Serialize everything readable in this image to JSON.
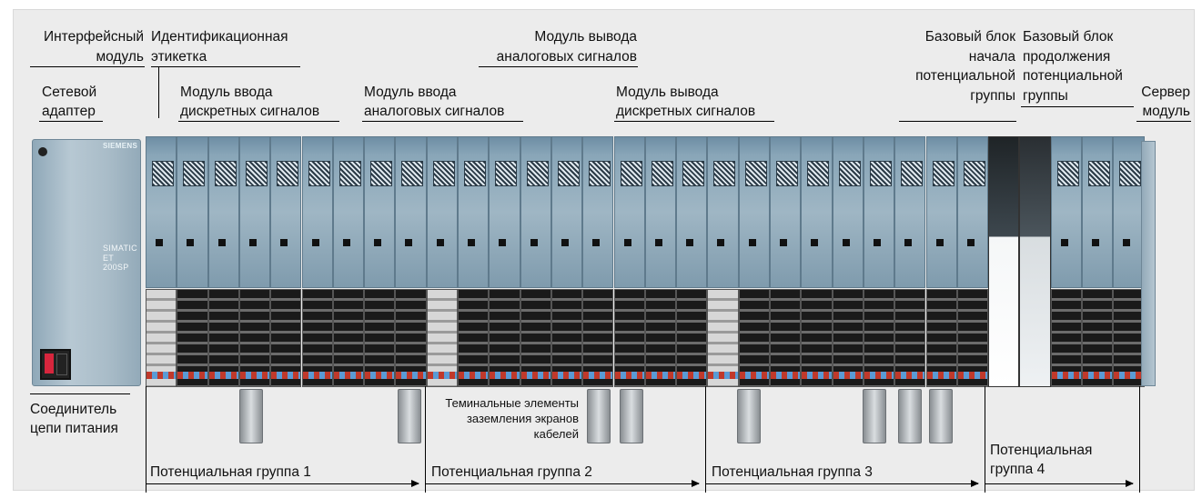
{
  "labels": {
    "interface_module_1": "Интерфейсный",
    "interface_module_2": "модуль",
    "id_label_1": "Идентификационная",
    "id_label_2": "этикетка",
    "network_adapter_1": "Сетевой",
    "network_adapter_2": "адаптер",
    "di_module_1": "Модуль ввода",
    "di_module_2": "дискретных сигналов",
    "ai_module_1": "Модуль ввода",
    "ai_module_2": "аналоговых сигналов",
    "ao_module_1": "Модуль вывода",
    "ao_module_2": "аналоговых сигналов",
    "do_module_1": "Модуль вывода",
    "do_module_2": "дискретных сигналов",
    "base_start_1": "Базовый блок",
    "base_start_2": "начала",
    "base_start_3": "потенциальной",
    "base_start_4": "группы",
    "base_cont_1": "Базовый блок",
    "base_cont_2": "продолжения",
    "base_cont_3": "потенциальной",
    "base_cont_4": "группы",
    "server_1": "Сервер",
    "server_2": "модуль",
    "power_conn_1": "Соединитель",
    "power_conn_2": "цепи питания",
    "shield_1": "Теминальные элементы",
    "shield_2": "заземления экранов",
    "shield_3": "кабелей"
  },
  "hardware_text": {
    "brand": "SIEMENS",
    "product_1": "SIMATIC",
    "product_2": "ET 200SP"
  },
  "groups": [
    {
      "label": "Потенциальная группа 1"
    },
    {
      "label": "Потенциальная группа 2"
    },
    {
      "label": "Потенциальная группа 3"
    },
    {
      "label_1": "Потенциальная",
      "label_2": "группа 4"
    }
  ],
  "colors": {
    "module_body": "#89a6b8",
    "terminal_dark": "#1a1a1a",
    "background": "#ececec"
  }
}
